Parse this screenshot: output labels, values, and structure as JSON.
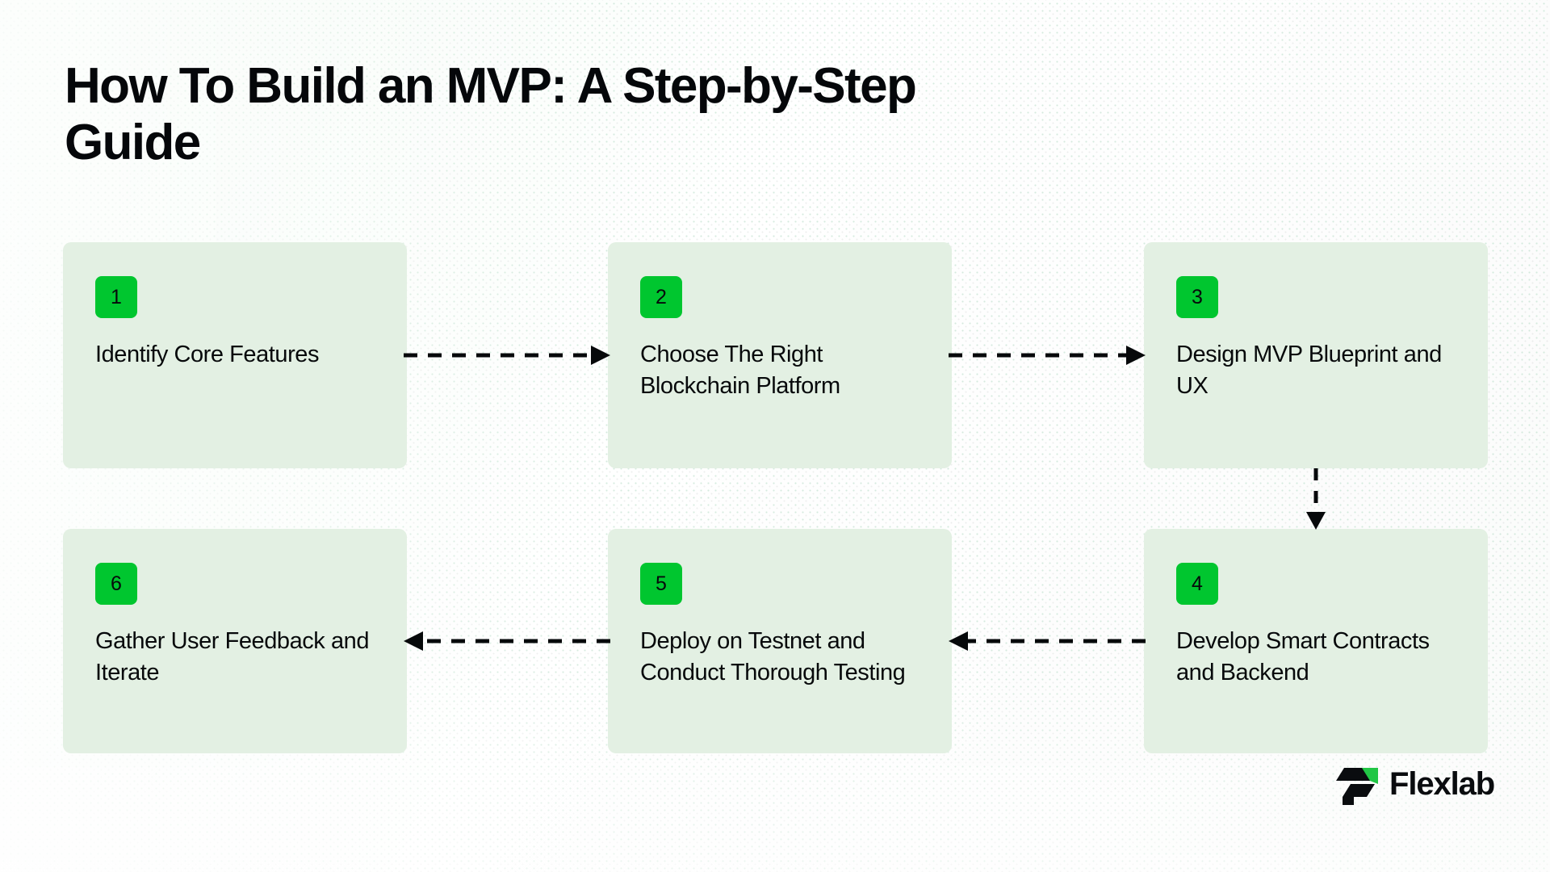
{
  "page": {
    "title": "How To Build an MVP: A Step-by-Step Guide",
    "background_color": "#fcfdfc",
    "card_color": "#e3f0e3",
    "accent_color": "#00c62f",
    "text_color": "#07090b"
  },
  "steps": [
    {
      "number": "1",
      "label": "Identify Core Features",
      "column": 1,
      "row": "top"
    },
    {
      "number": "2",
      "label": "Choose The Right Blockchain Platform",
      "column": 2,
      "row": "top"
    },
    {
      "number": "3",
      "label": "Design MVP Blueprint and UX",
      "column": 3,
      "row": "top"
    },
    {
      "number": "4",
      "label": "Develop Smart Contracts and Backend",
      "column": 3,
      "row": "bottom"
    },
    {
      "number": "5",
      "label": "Deploy on Testnet and Conduct Thorough Testing",
      "column": 2,
      "row": "bottom"
    },
    {
      "number": "6",
      "label": "Gather User Feedback and Iterate",
      "column": 1,
      "row": "bottom"
    }
  ],
  "connectors": [
    {
      "name": "arrow-step1-to-step2",
      "direction": "right"
    },
    {
      "name": "arrow-step2-to-step3",
      "direction": "right"
    },
    {
      "name": "arrow-step3-to-step4",
      "direction": "down"
    },
    {
      "name": "arrow-step4-to-step5",
      "direction": "left"
    },
    {
      "name": "arrow-step5-to-step6",
      "direction": "left"
    }
  ],
  "logo": {
    "text": "Flexlab",
    "mark_dark": "#0a0c0f",
    "mark_accent": "#21c645"
  }
}
